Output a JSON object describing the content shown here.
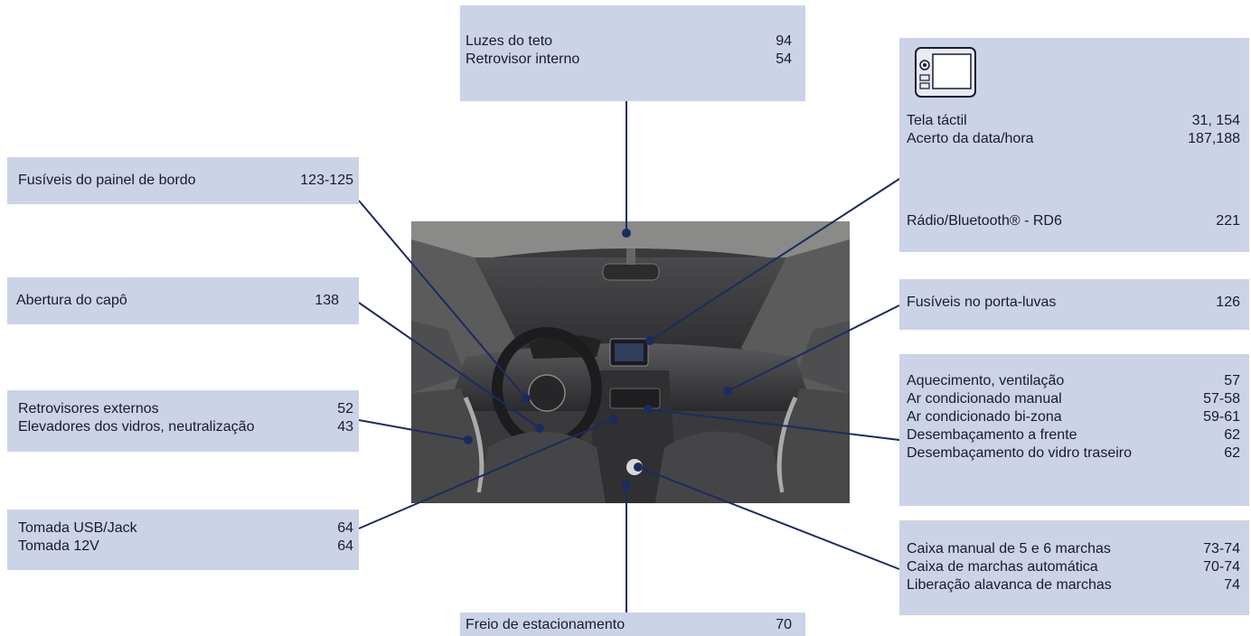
{
  "callouts": {
    "teto": {
      "rows": [
        {
          "label": "Luzes do teto",
          "page": "94"
        },
        {
          "label": "Retrovisor interno",
          "page": "54"
        }
      ]
    },
    "tela": {
      "icon": "touchscreen-icon",
      "rows": [
        {
          "label": "Tela táctil",
          "page": "31, 154"
        },
        {
          "label": "Acerto da data/hora",
          "page": "187,188"
        },
        {
          "label": "Rádio/Bluetooth® - RD6",
          "page": "221"
        }
      ]
    },
    "fusiveis_painel": {
      "rows": [
        {
          "label": "Fusíveis do painel de bordo",
          "page": "123-125"
        }
      ]
    },
    "capo": {
      "rows": [
        {
          "label": "Abertura do capô",
          "page": "138"
        }
      ]
    },
    "porta_luvas": {
      "rows": [
        {
          "label": "Fusíveis no porta-luvas",
          "page": "126"
        }
      ]
    },
    "retrovisores": {
      "rows": [
        {
          "label": "Retrovisores externos",
          "page": "52"
        },
        {
          "label": "Elevadores dos vidros, neutralização",
          "page": "43"
        }
      ]
    },
    "climatizacao": {
      "rows": [
        {
          "label": "Aquecimento, ventilação",
          "page": "57"
        },
        {
          "label": "Ar condicionado manual",
          "page": "57-58"
        },
        {
          "label": "Ar condicionado bi-zona",
          "page": "59-61"
        },
        {
          "label": "Desembaçamento a frente",
          "page": "62"
        },
        {
          "label": "Desembaçamento do vidro traseiro",
          "page": "62"
        }
      ]
    },
    "tomadas": {
      "rows": [
        {
          "label": "Tomada USB/Jack",
          "page": "64"
        },
        {
          "label": "Tomada 12V",
          "page": "64"
        }
      ]
    },
    "caixa": {
      "rows": [
        {
          "label": "Caixa manual de 5 e 6 marchas",
          "page": "73-74"
        },
        {
          "label": "Caixa de marchas automática",
          "page": "70-74"
        },
        {
          "label": "Liberação alavanca de marchas",
          "page": "74"
        }
      ]
    },
    "freio": {
      "rows": [
        {
          "label": "Freio de estacionamento",
          "page": "70"
        }
      ]
    }
  },
  "colors": {
    "box_fill": "#ccd3e6",
    "leader_line": "#1c2b5e"
  }
}
